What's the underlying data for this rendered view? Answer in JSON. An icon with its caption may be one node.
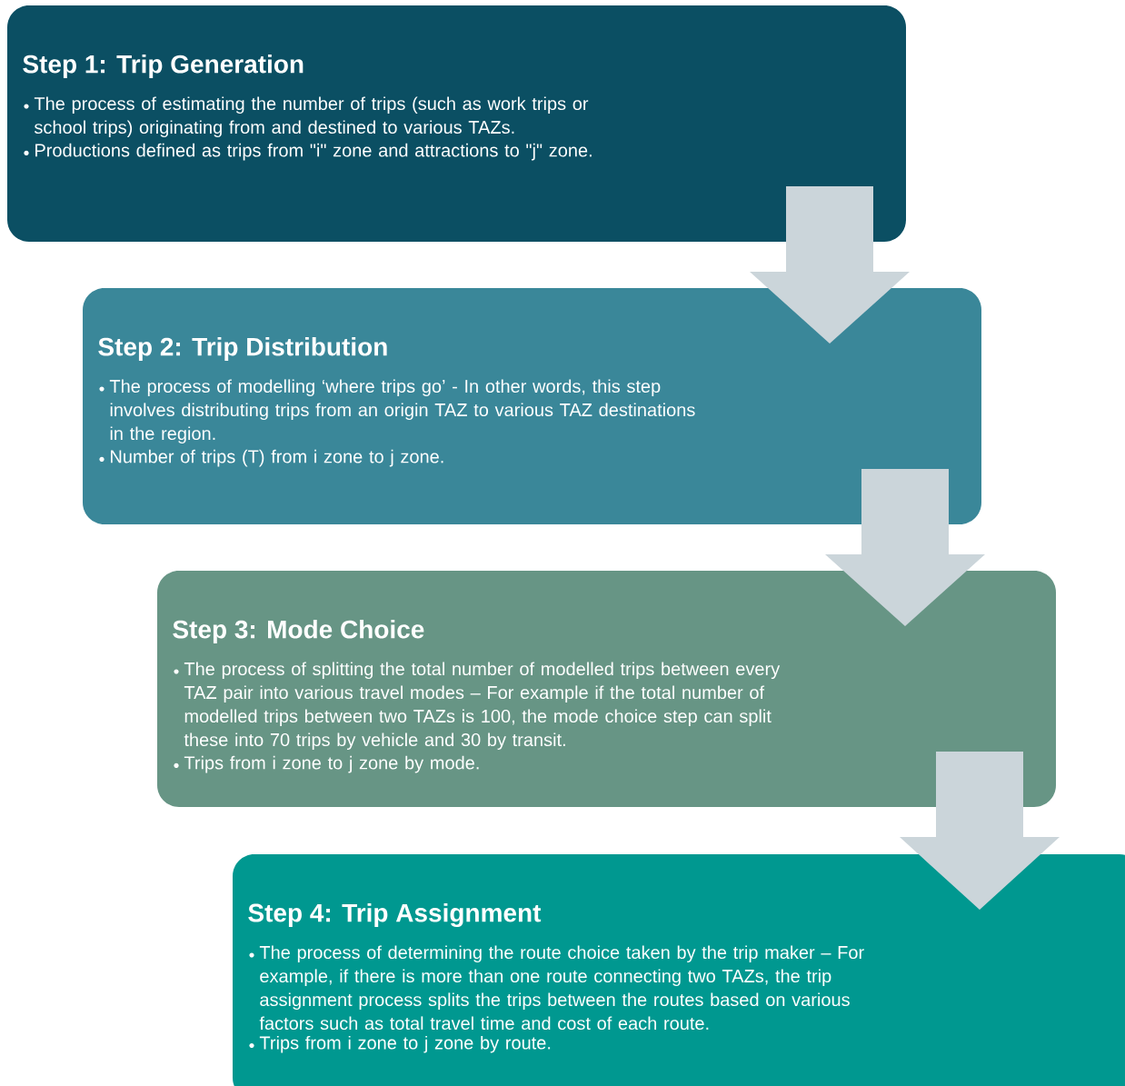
{
  "diagram": {
    "nodes": [
      {
        "text": [
          "Step 1: Trip Generation",
          "The process of estimating the number of trips (such as work trips or school trips) originating from and destined to various TAZs.",
          "Productions defined as trips from \"i\" zone and attractions to \"j\" zone."
        ]
      },
      {
        "text": [
          "Step 2: Trip Distribution",
          "The process of modelling ‘where trips go’ - In other words, this step involves distributing trips from an origin TAZ to various TAZ destinations in the region.",
          "Number of trips (T) from i zone to j zone."
        ]
      },
      {
        "text": [
          "Step 3: Mode Choice",
          "The process of splitting the total number of modelled trips between every TAZ pair into various travel modes – For example if the total number of modelled trips between two TAZs is 100, the mode choice step can split these into 70 trips by vehicle and 30 by transit.",
          "Trips from i zone to j zone by mode."
        ]
      },
      {
        "text": [
          "Step 4: Trip Assignment",
          "The process of determining the route choice taken by the trip maker – For example, if there is more than one route connecting two TAZs, the trip assignment process splits the trips between the routes based on various factors such as total travel time and cost of each route.",
          "Trips from i zone to j zone by route."
        ]
      }
    ],
    "edges": [
      {
        "from": 0,
        "to": 1,
        "arrow": "to"
      },
      {
        "from": 1,
        "to": 2,
        "arrow": "to"
      },
      {
        "from": 2,
        "to": 3,
        "arrow": "to"
      }
    ]
  }
}
